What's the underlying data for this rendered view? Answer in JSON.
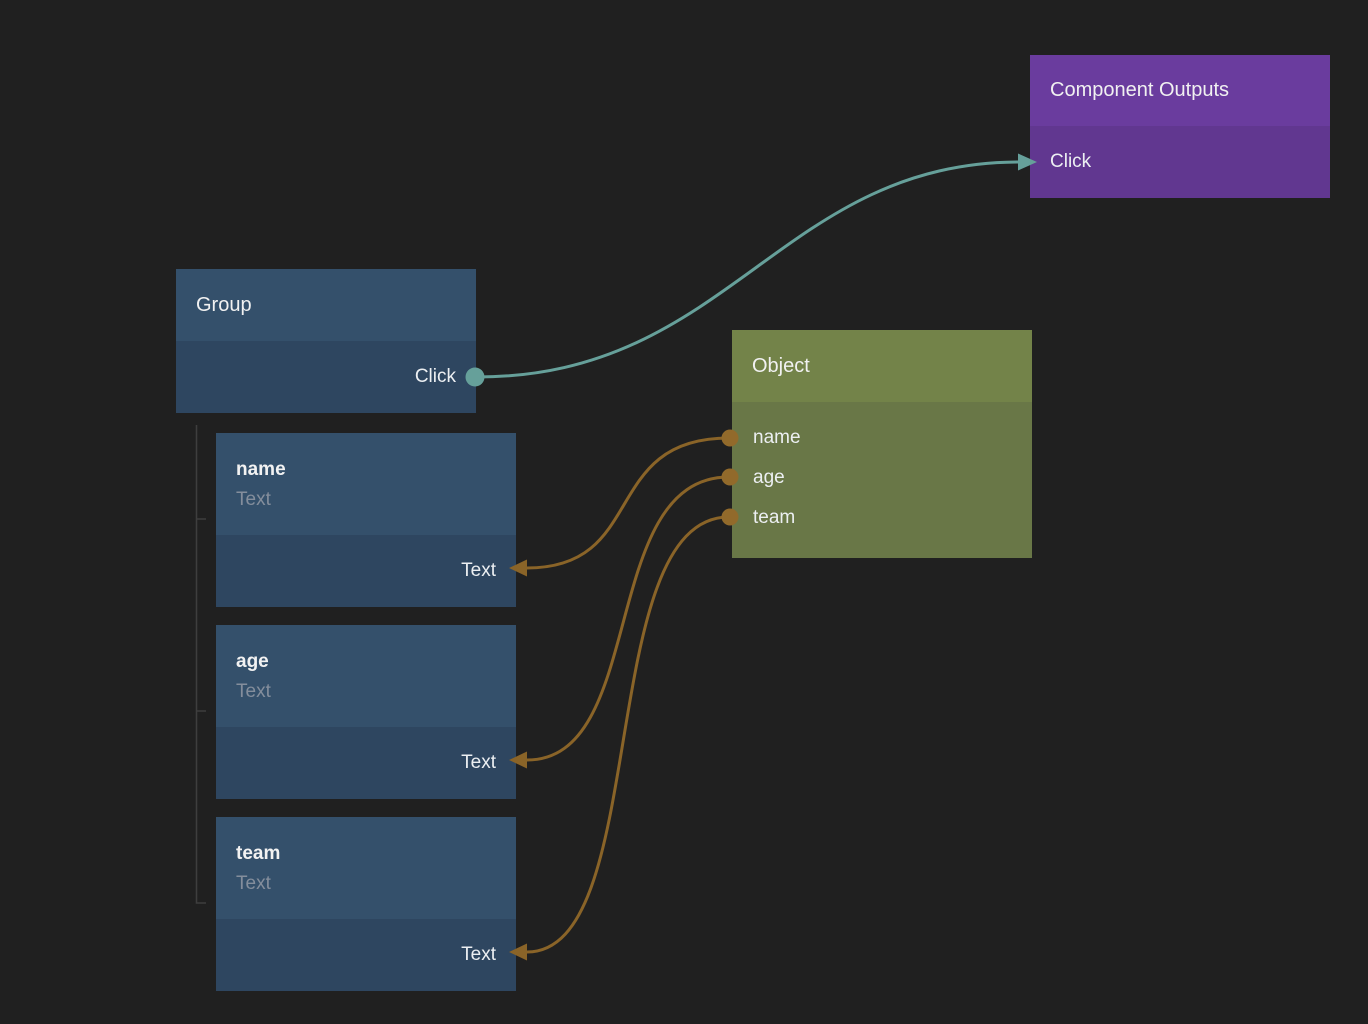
{
  "canvas": {
    "background": "#202020"
  },
  "colors": {
    "blue_node_header": "#34506b",
    "blue_node_body": "#2e4660",
    "olive_node_header": "#738349",
    "olive_node_body": "#697747",
    "purple_node_header": "#6a3c9e",
    "purple_node_body": "#613790",
    "edge_teal": "#66a09a",
    "edge_orange": "#8a6428",
    "port_orange": "#926a2b",
    "tree_line": "#3e3e3e",
    "title_text": "#f1f1f1",
    "subtitle_text": "#848e9c"
  },
  "nodes": {
    "component_outputs": {
      "title": "Component Outputs",
      "input_label": "Click"
    },
    "group": {
      "title": "Group",
      "output_label": "Click"
    },
    "object": {
      "title": "Object",
      "ports": [
        {
          "label": "name"
        },
        {
          "label": "age"
        },
        {
          "label": "team"
        }
      ]
    },
    "name_child": {
      "title": "name",
      "subtitle": "Text",
      "input_label": "Text"
    },
    "age_child": {
      "title": "age",
      "subtitle": "Text",
      "input_label": "Text"
    },
    "team_child": {
      "title": "team",
      "subtitle": "Text",
      "input_label": "Text"
    }
  },
  "connections": [
    {
      "from": "Group.Click",
      "to": "Component Outputs.Click",
      "color": "#66a09a"
    },
    {
      "from": "Object.name",
      "to": "name.Text",
      "color": "#8a6428"
    },
    {
      "from": "Object.age",
      "to": "age.Text",
      "color": "#8a6428"
    },
    {
      "from": "Object.team",
      "to": "team.Text",
      "color": "#8a6428"
    }
  ]
}
